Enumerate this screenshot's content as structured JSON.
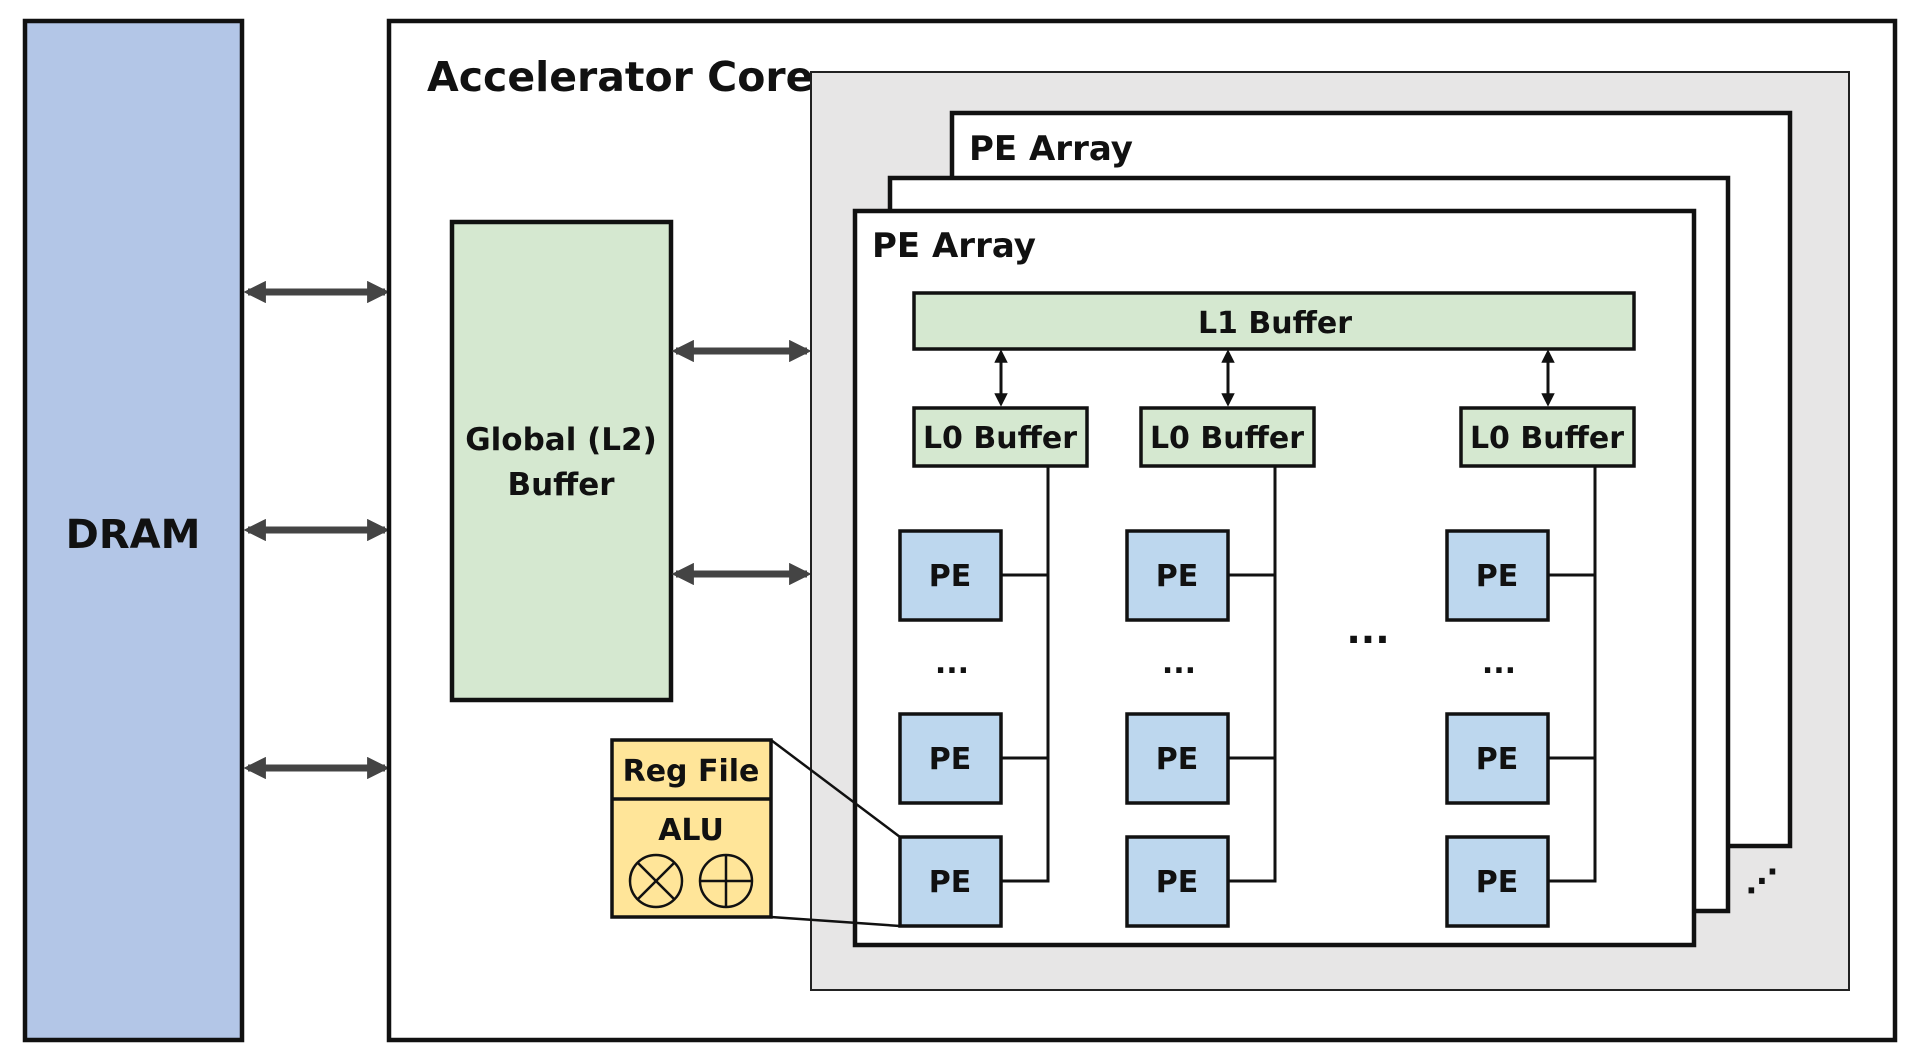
{
  "colors": {
    "dram_fill": "#b3c6e7",
    "buffer_green": "#d5e8d0",
    "pe_blue": "#bdd7ee",
    "alu_yellow": "#ffe599",
    "array_stack_gray": "#e7e6e6",
    "arrow_gray": "#444444"
  },
  "dram": {
    "label": "DRAM"
  },
  "core": {
    "title": "Accelerator Core"
  },
  "global_buffer": {
    "line1": "Global (L2)",
    "line2": "Buffer"
  },
  "pe_array": {
    "back_title": "PE Array",
    "front_title": "PE Array",
    "stack_ellipsis": "⋰",
    "l1_label": "L1 Buffer",
    "l0_label": "L0 Buffer",
    "pe_label": "PE",
    "column_ellipsis": "...",
    "between_columns_ellipsis": "..."
  },
  "pe_detail": {
    "reg_file": "Reg File",
    "alu": "ALU",
    "multiply_icon": "circled-times-icon",
    "add_icon": "circled-plus-icon"
  }
}
